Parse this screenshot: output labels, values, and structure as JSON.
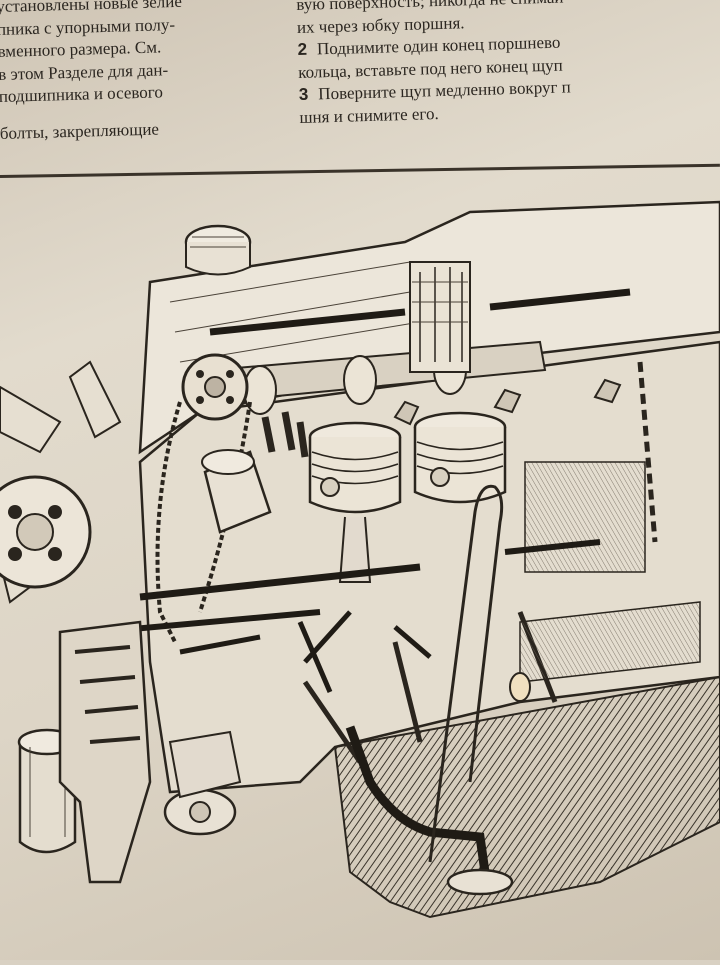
{
  "page": {
    "left_column": {
      "lines": [
        "установлены новые зелие",
        "пника с упорными полу-",
        "вменного размера. См.",
        "в этом Разделе для дан-",
        "подшипника и осевого",
        "болты, закрепляющие"
      ]
    },
    "right_column": {
      "lines": [
        "вую поверхность; никогда не снимай",
        "их через юбку поршня."
      ],
      "steps": [
        {
          "num": "2",
          "lines": [
            "Поднимите один конец поршнево",
            "кольца, вставьте под него конец щуп"
          ]
        },
        {
          "num": "3",
          "lines": [
            "Поверните щуп медленно вокруг п",
            "шня и снимите его."
          ]
        }
      ]
    },
    "figure": {
      "subject": "engine-cutaway-illustration"
    }
  }
}
